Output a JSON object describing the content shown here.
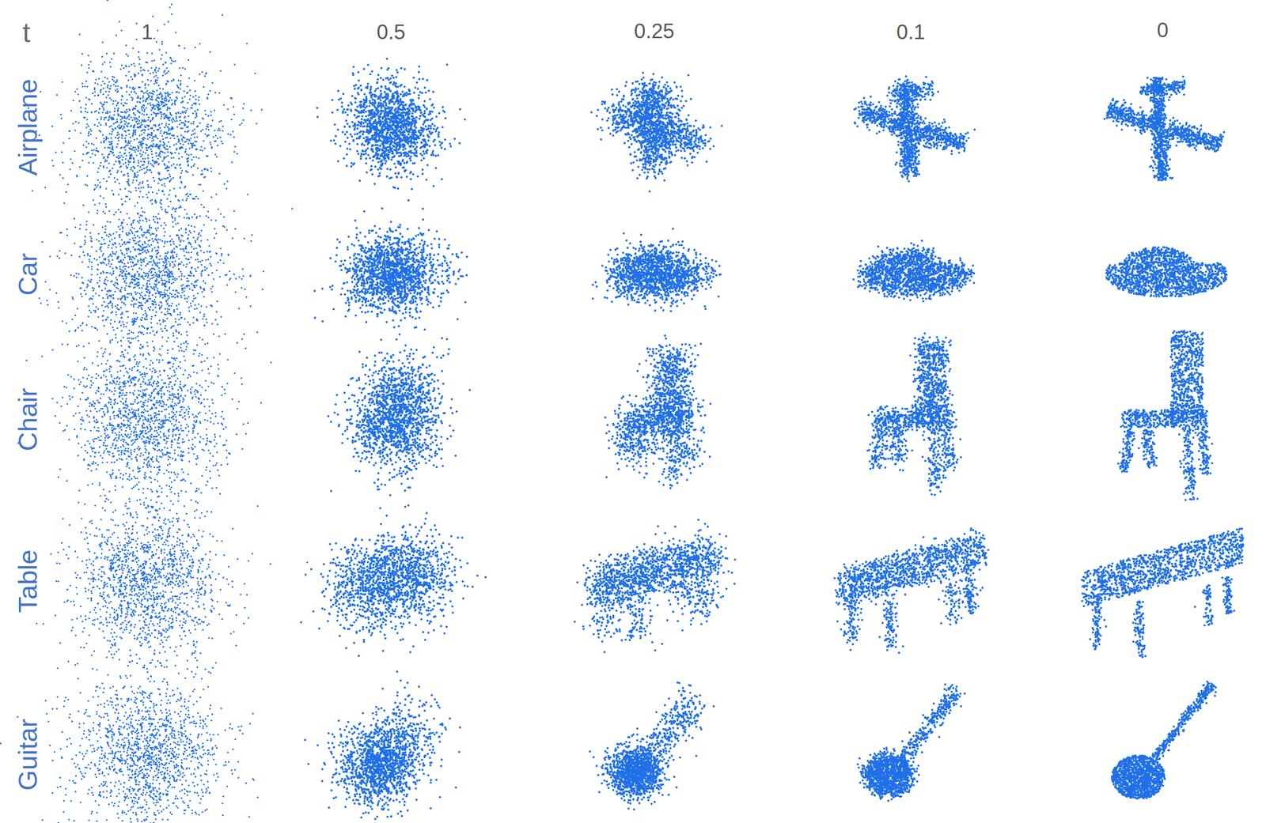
{
  "diagram": {
    "labels": [
      "t",
      "1",
      "0.5",
      "0.25",
      "0.1",
      "0",
      "Airplane",
      "Car",
      "Chair",
      "Table",
      "Guitar"
    ]
  }
}
